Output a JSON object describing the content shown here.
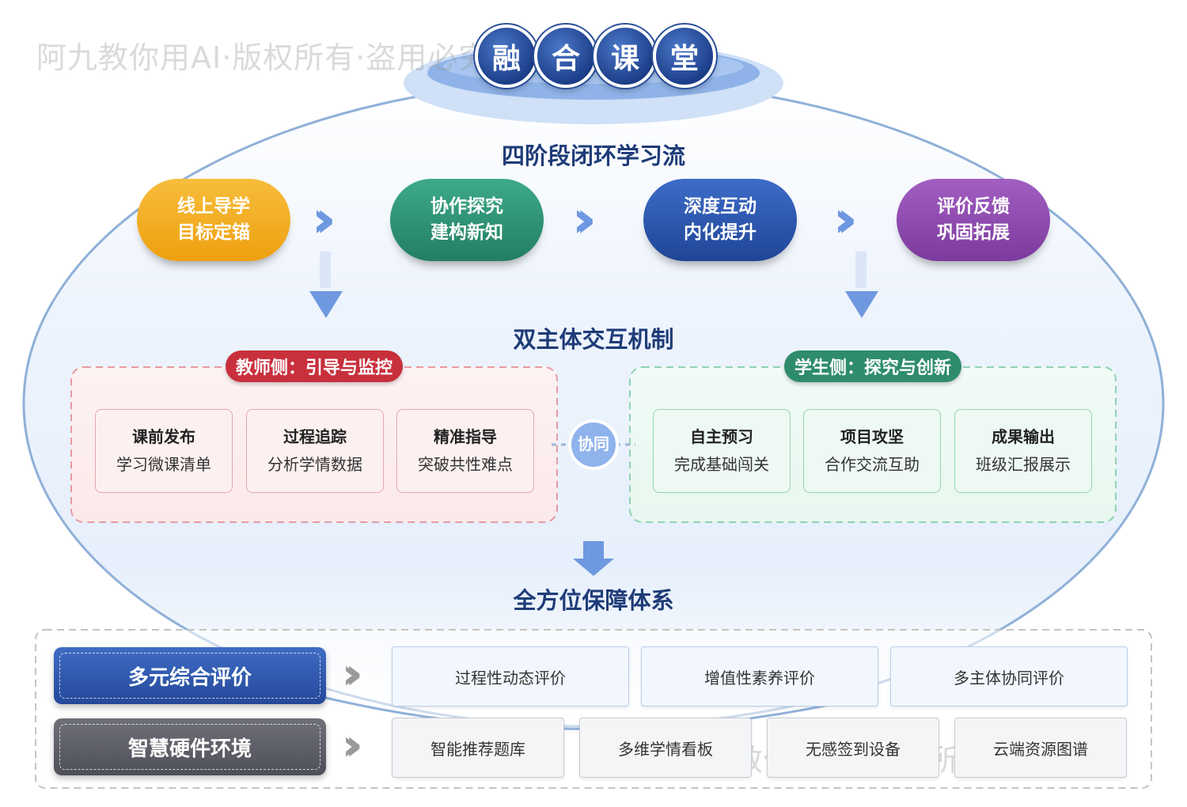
{
  "watermark": "阿九教你用AI·版权所有·盗用必究",
  "title_chars": [
    "融",
    "合",
    "课",
    "堂"
  ],
  "sections": {
    "loop": "四阶段闭环学习流",
    "dual": "双主体交互机制",
    "support": "全方位保障体系"
  },
  "stages": [
    {
      "line1": "线上导学",
      "line2": "目标定锚",
      "color": "#f0a818"
    },
    {
      "line1": "协作探究",
      "line2": "建构新知",
      "color": "#2e9a78"
    },
    {
      "line1": "深度互动",
      "line2": "内化提升",
      "color": "#2d58b8"
    },
    {
      "line1": "评价反馈",
      "line2": "巩固拓展",
      "color": "#8f4ab0"
    }
  ],
  "teacher": {
    "label": "教师侧：引导与监控",
    "color": "#c8303c",
    "cards": [
      {
        "title": "课前发布",
        "sub": "学习微课清单"
      },
      {
        "title": "过程追踪",
        "sub": "分析学情数据"
      },
      {
        "title": "精准指导",
        "sub": "突破共性难点"
      }
    ]
  },
  "student": {
    "label": "学生侧：探究与创新",
    "color": "#2e8c6c",
    "cards": [
      {
        "title": "自主预习",
        "sub": "完成基础闯关"
      },
      {
        "title": "项目攻坚",
        "sub": "合作交流互助"
      },
      {
        "title": "成果输出",
        "sub": "班级汇报展示"
      }
    ]
  },
  "collab": "协同",
  "support_rows": [
    {
      "label": "多元综合评价",
      "items": [
        "过程性动态评价",
        "增值性素养评价",
        "多主体协同评价"
      ]
    },
    {
      "label": "智慧硬件环境",
      "items": [
        "智能推荐题库",
        "多维学情看板",
        "无感签到设备",
        "云端资源图谱"
      ]
    }
  ],
  "colors": {
    "navy": "#1f3c78",
    "accent_blue": "#6e98e0",
    "ellipse_border": "#8fb0d8"
  }
}
